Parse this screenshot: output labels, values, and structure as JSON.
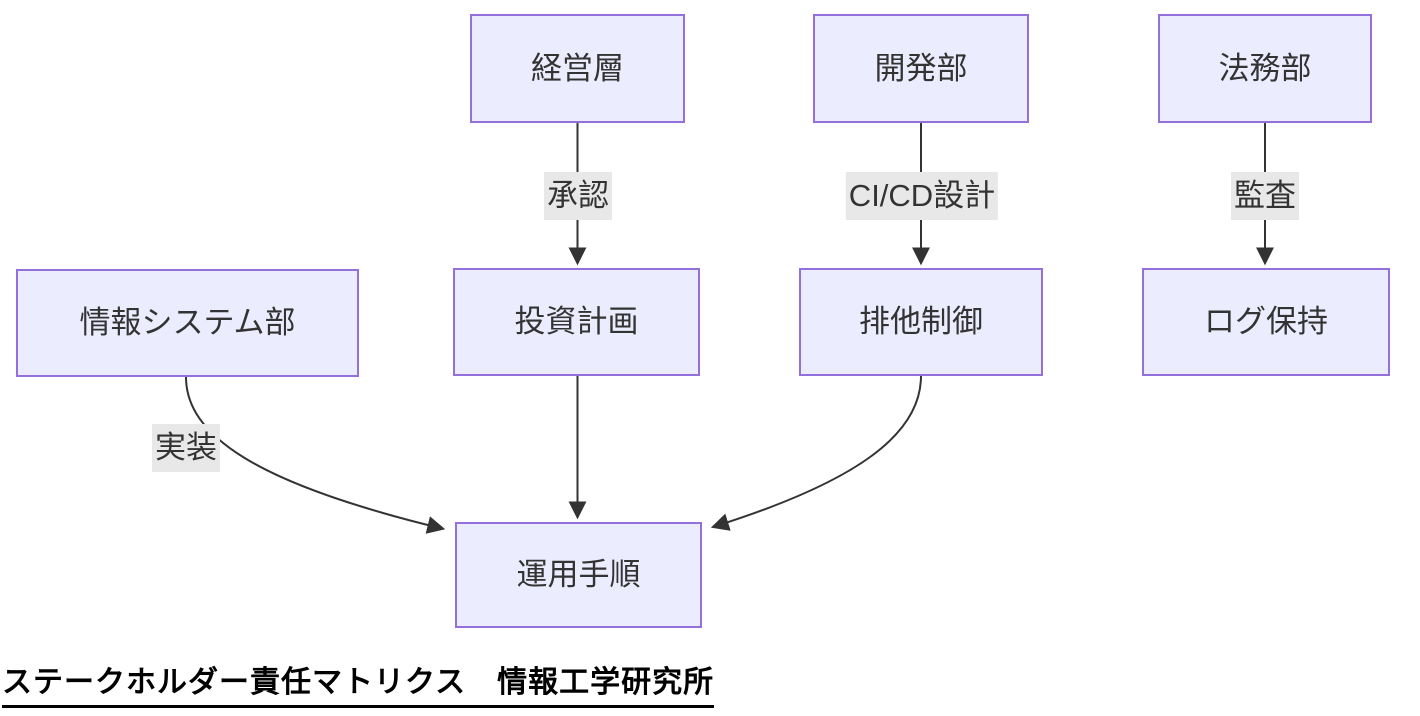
{
  "diagram": {
    "type": "flowchart",
    "nodes": {
      "management": {
        "label": "経営層"
      },
      "dev_dept": {
        "label": "開発部"
      },
      "legal_dept": {
        "label": "法務部"
      },
      "info_systems": {
        "label": "情報システム部"
      },
      "investment_plan": {
        "label": "投資計画"
      },
      "exclusive_control": {
        "label": "排他制御"
      },
      "log_retention": {
        "label": "ログ保持"
      },
      "operation_procedure": {
        "label": "運用手順"
      }
    },
    "edges": [
      {
        "from": "経営層",
        "to": "投資計画",
        "label": "承認"
      },
      {
        "from": "開発部",
        "to": "排他制御",
        "label": "CI/CD設計"
      },
      {
        "from": "法務部",
        "to": "ログ保持",
        "label": "監査"
      },
      {
        "from": "情報システム部",
        "to": "運用手順",
        "label": "実装"
      },
      {
        "from": "投資計画",
        "to": "運用手順",
        "label": ""
      },
      {
        "from": "排他制御",
        "to": "運用手順",
        "label": ""
      }
    ],
    "edge_labels": {
      "approval": "承認",
      "cicd_design": "CI/CD設計",
      "audit": "監査",
      "implementation": "実装"
    },
    "colors": {
      "node_fill": "#ECECFF",
      "node_border": "#9370DB",
      "edge": "#333333",
      "label_bg": "#e8e8e8",
      "text": "#333333"
    }
  },
  "footer": {
    "title": "ステークホルダー責任マトリクス　情報工学研究所"
  }
}
